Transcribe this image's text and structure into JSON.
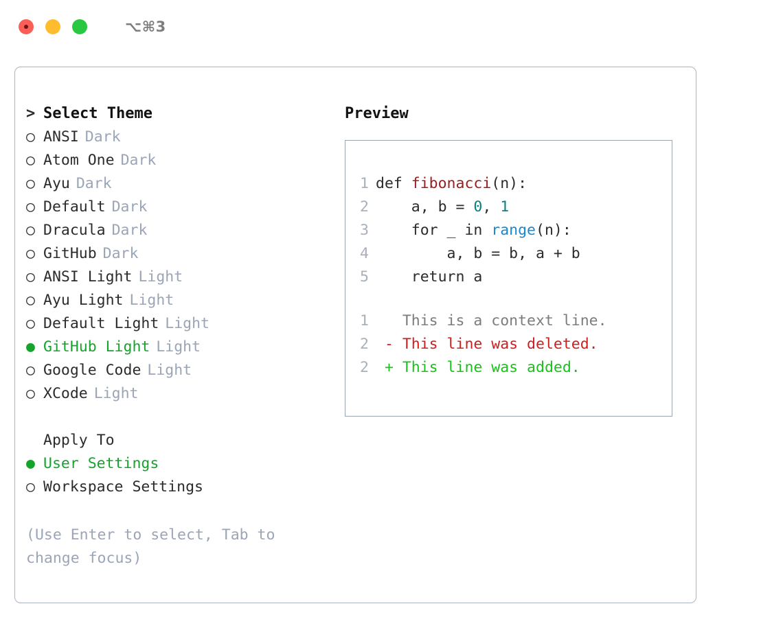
{
  "titlebar": {
    "shortcut": "⌥⌘3",
    "lights": [
      "close",
      "minimize",
      "maximize"
    ]
  },
  "left": {
    "heading": {
      "prefix": ">",
      "label": "Select Theme"
    },
    "themes": [
      {
        "bullet": "○",
        "name": "ANSI",
        "tag": "Dark",
        "selected": false
      },
      {
        "bullet": "○",
        "name": "Atom One",
        "tag": "Dark",
        "selected": false
      },
      {
        "bullet": "○",
        "name": "Ayu",
        "tag": "Dark",
        "selected": false
      },
      {
        "bullet": "○",
        "name": "Default",
        "tag": "Dark",
        "selected": false
      },
      {
        "bullet": "○",
        "name": "Dracula",
        "tag": "Dark",
        "selected": false
      },
      {
        "bullet": "○",
        "name": "GitHub",
        "tag": "Dark",
        "selected": false
      },
      {
        "bullet": "○",
        "name": "ANSI Light",
        "tag": "Light",
        "selected": false
      },
      {
        "bullet": "○",
        "name": "Ayu Light",
        "tag": "Light",
        "selected": false
      },
      {
        "bullet": "○",
        "name": "Default Light",
        "tag": "Light",
        "selected": false
      },
      {
        "bullet": "●",
        "name": "GitHub Light",
        "tag": "Light",
        "selected": true
      },
      {
        "bullet": "○",
        "name": "Google Code",
        "tag": "Light",
        "selected": false
      },
      {
        "bullet": "○",
        "name": "XCode",
        "tag": "Light",
        "selected": false
      }
    ],
    "apply_to": {
      "title": "Apply To",
      "options": [
        {
          "bullet": "●",
          "name": "User Settings",
          "selected": true
        },
        {
          "bullet": "○",
          "name": "Workspace Settings",
          "selected": false
        }
      ]
    },
    "hint": "(Use Enter to select, Tab to change focus)"
  },
  "right": {
    "title": "Preview",
    "code_lines": [
      {
        "num": "1",
        "parts": [
          {
            "t": "def ",
            "c": "plain"
          },
          {
            "t": "fibonacci",
            "c": "fn"
          },
          {
            "t": "(n):",
            "c": "plain"
          }
        ]
      },
      {
        "num": "2",
        "parts": [
          {
            "t": "    a, b = ",
            "c": "plain"
          },
          {
            "t": "0",
            "c": "num"
          },
          {
            "t": ", ",
            "c": "plain"
          },
          {
            "t": "1",
            "c": "num"
          }
        ]
      },
      {
        "num": "3",
        "parts": [
          {
            "t": "    for _ in ",
            "c": "plain"
          },
          {
            "t": "range",
            "c": "call"
          },
          {
            "t": "(n):",
            "c": "plain"
          }
        ]
      },
      {
        "num": "4",
        "parts": [
          {
            "t": "        a, b = b, a + b",
            "c": "plain"
          }
        ]
      },
      {
        "num": "5",
        "parts": [
          {
            "t": "    return a",
            "c": "plain"
          }
        ]
      }
    ],
    "diff_lines": [
      {
        "num": "1",
        "marker": " ",
        "text": " This is a context line.",
        "kind": "ctx"
      },
      {
        "num": "2",
        "marker": "-",
        "text": " This line was deleted.",
        "kind": "del"
      },
      {
        "num": "2",
        "marker": "+",
        "text": " This line was added.",
        "kind": "add"
      }
    ]
  },
  "colors": {
    "accent_green": "#15a32b",
    "muted": "#9aa5b8",
    "border": "#aab4c2",
    "fn_red": "#9c1d1d",
    "num_teal": "#0a8080",
    "call_blue": "#1689d0",
    "diff_add": "#19c219",
    "diff_del": "#cc2020"
  }
}
